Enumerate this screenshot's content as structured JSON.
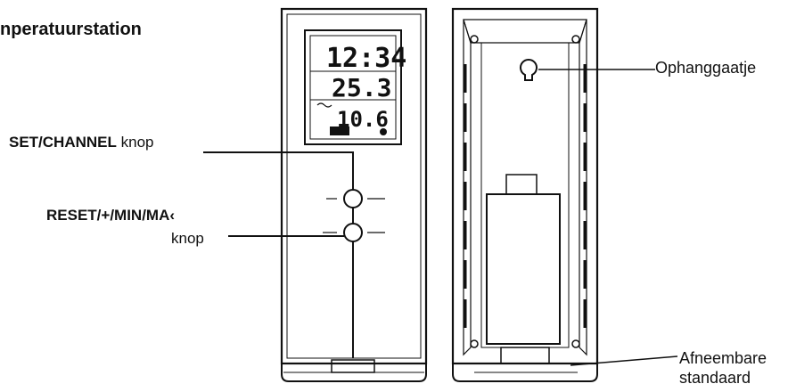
{
  "title": "nperatuurstation",
  "labels": {
    "set_channel_bold": "SET/CHANNEL",
    "set_channel_suffix": " knop",
    "reset_line1": "RESET/+/MIN/MA‹",
    "reset_line2": "knop",
    "hanging_hole": "Ophanggaatje",
    "stand_line1": "Afneembare",
    "stand_line2": "standaard"
  },
  "display": {
    "time": "12:34",
    "temperature": "25.3",
    "channel_value": "10.6"
  }
}
